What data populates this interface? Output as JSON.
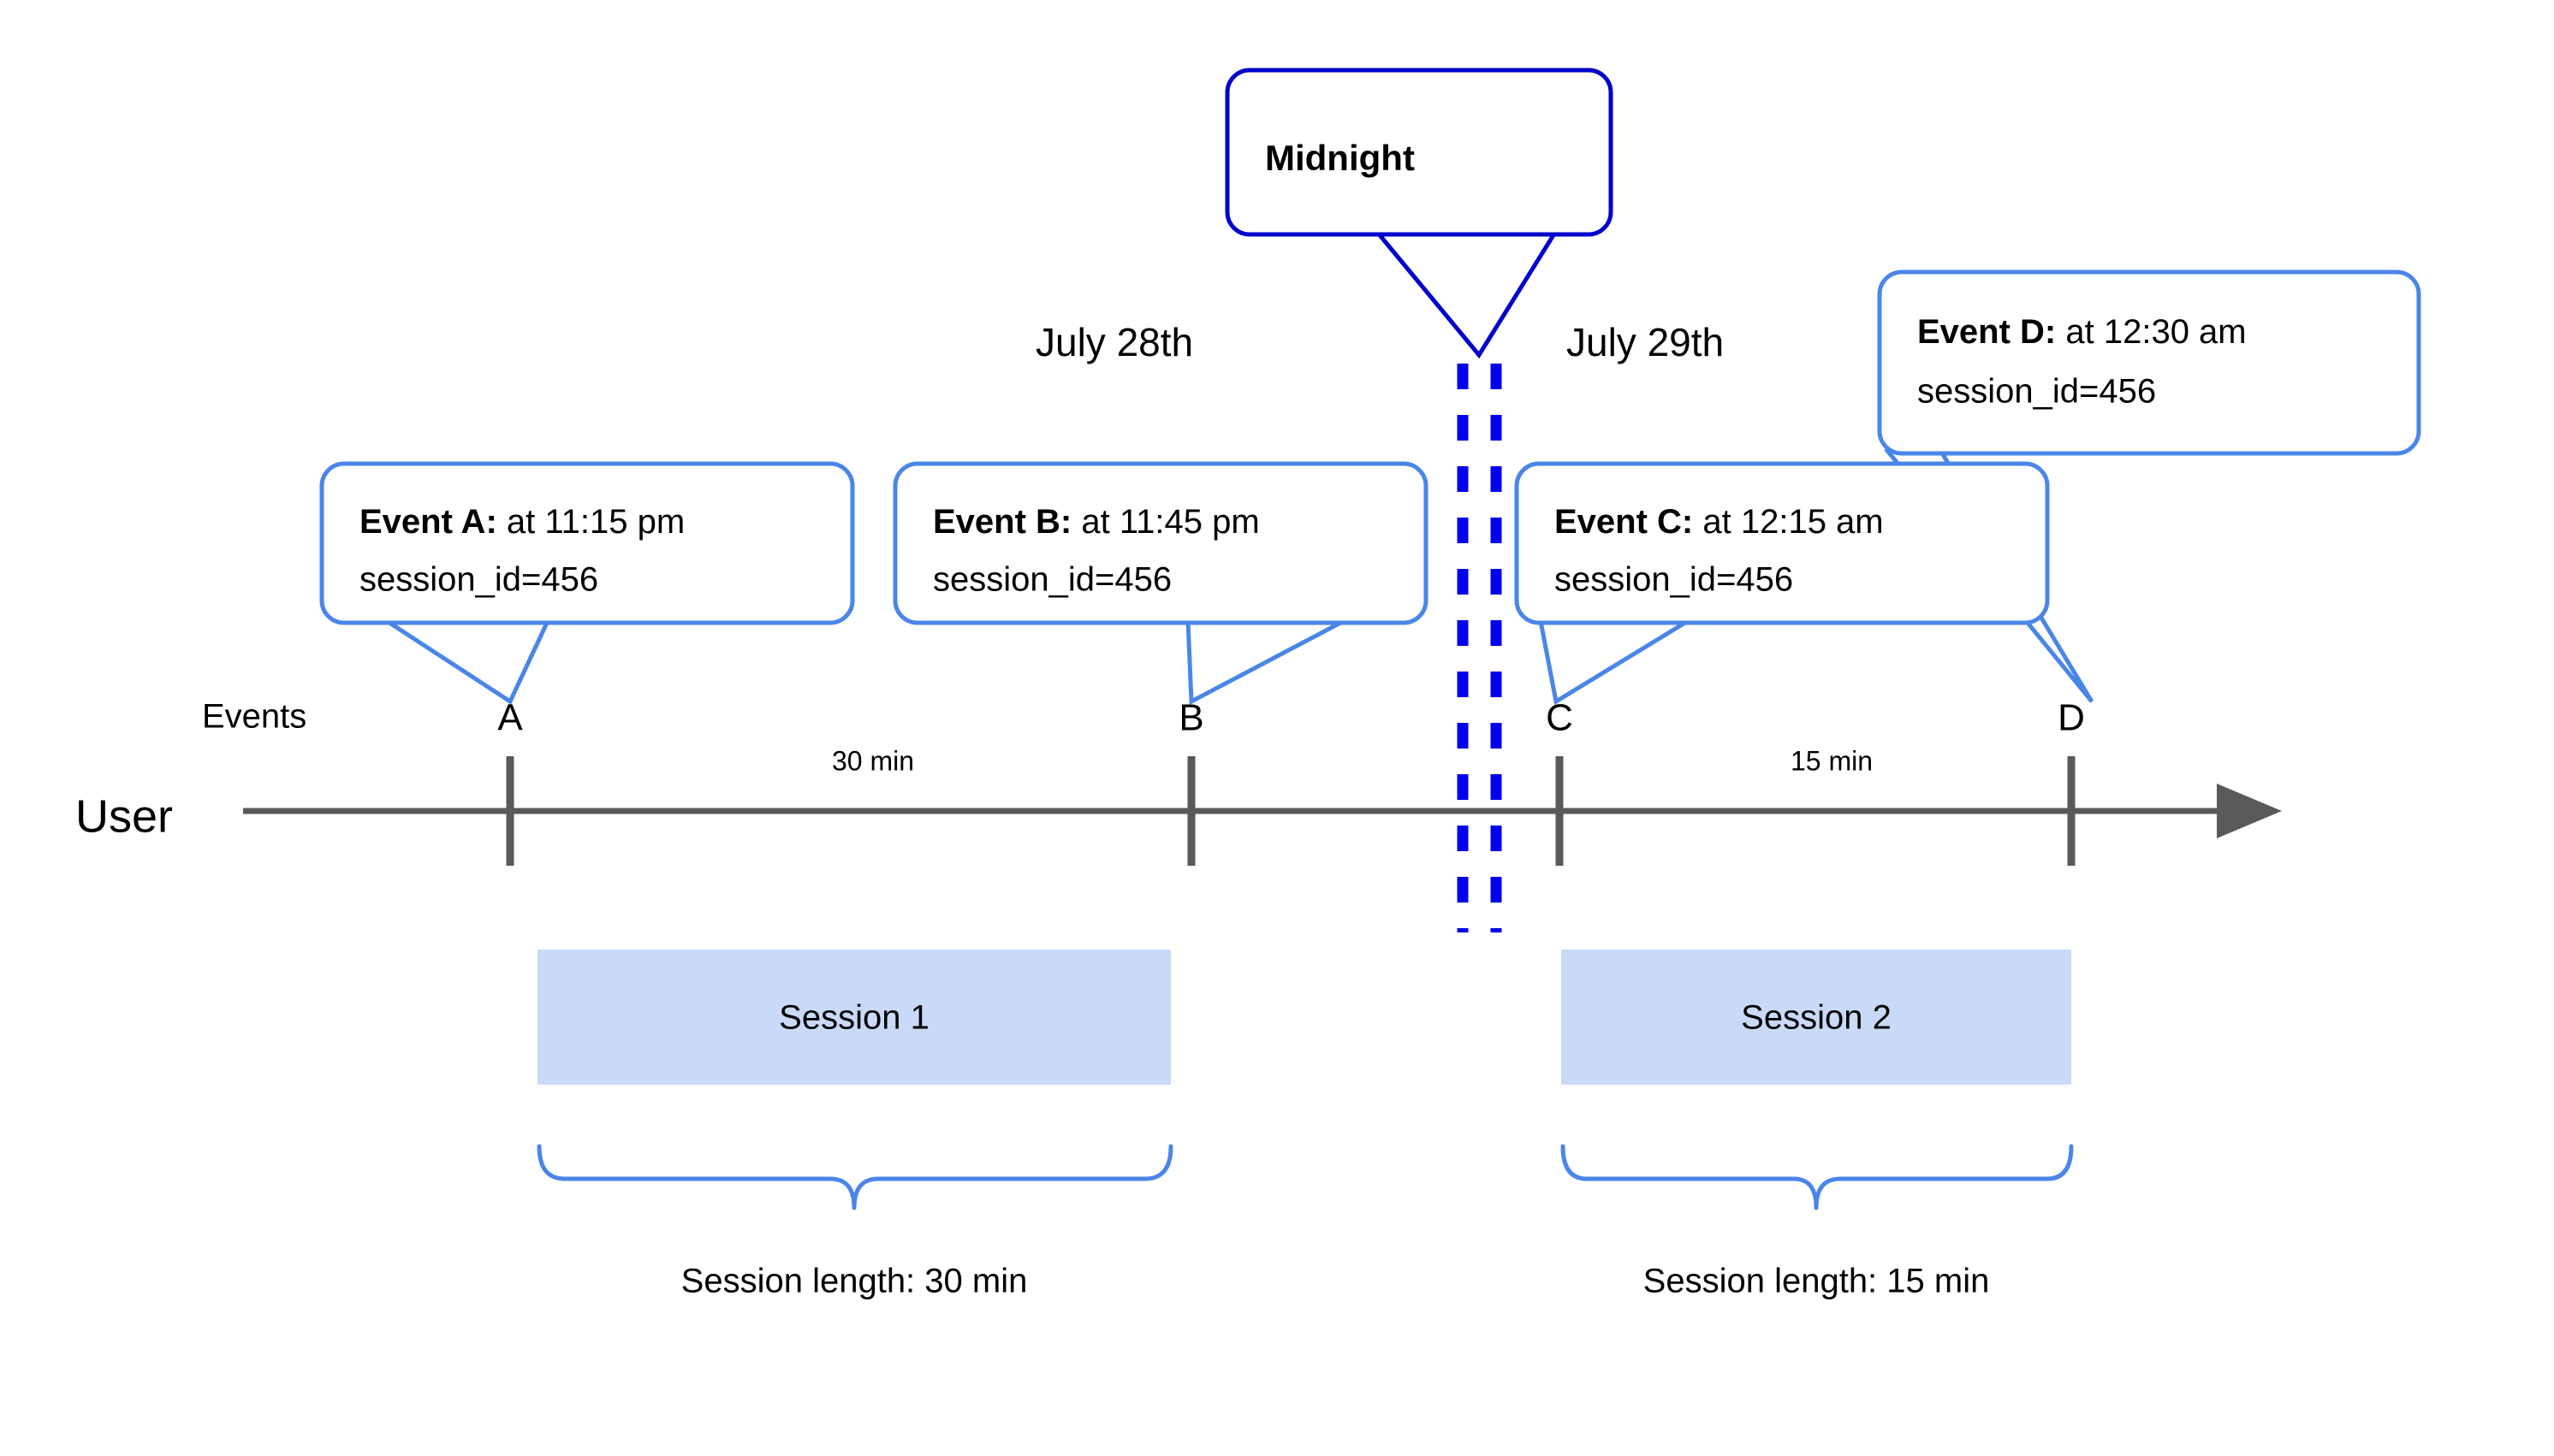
{
  "diagram": {
    "title": "User session timeline across midnight",
    "colors": {
      "callout_border": "#4a86e8",
      "midnight_border": "#0000cc",
      "midnight_dash": "#0000ee",
      "session_fill": "#c9daf8",
      "axis": "#595959",
      "text": "#000000",
      "background": "#ffffff"
    }
  },
  "axis": {
    "row_label": "User",
    "events_label": "Events"
  },
  "midnight": {
    "label": "Midnight"
  },
  "dates": {
    "left": "July 28th",
    "right": "July 29th"
  },
  "events": [
    {
      "marker": "A",
      "title": "Event A:",
      "detail": " at 11:15 pm",
      "session_line": "session_id=456",
      "time": "11:15 pm",
      "session_id": "456"
    },
    {
      "marker": "B",
      "title": "Event B:",
      "detail": " at 11:45 pm",
      "session_line": "session_id=456",
      "time": "11:45 pm",
      "session_id": "456"
    },
    {
      "marker": "C",
      "title": "Event C:",
      "detail": " at 12:15 am",
      "session_line": "session_id=456",
      "time": "12:15 am",
      "session_id": "456"
    },
    {
      "marker": "D",
      "title": "Event D:",
      "detail": " at 12:30 am",
      "session_line": "session_id=456",
      "time": "12:30 am",
      "session_id": "456"
    }
  ],
  "intervals": [
    {
      "label": "30 min"
    },
    {
      "label": "15 min"
    }
  ],
  "sessions": [
    {
      "name": "Session 1",
      "length_label": "Session length: 30 min"
    },
    {
      "name": "Session 2",
      "length_label": "Session length: 15 min"
    }
  ]
}
